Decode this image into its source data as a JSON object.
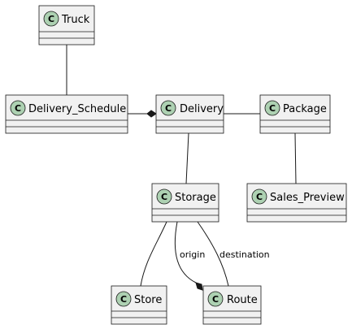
{
  "diagram": {
    "classes": {
      "truck": {
        "name": "Truck",
        "stereotype": "C"
      },
      "delivery_schedule": {
        "name": "Delivery_Schedule",
        "stereotype": "C"
      },
      "delivery": {
        "name": "Delivery",
        "stereotype": "C"
      },
      "package": {
        "name": "Package",
        "stereotype": "C"
      },
      "storage": {
        "name": "Storage",
        "stereotype": "C"
      },
      "sales_preview": {
        "name": "Sales_Preview",
        "stereotype": "C"
      },
      "store": {
        "name": "Store",
        "stereotype": "C"
      },
      "route": {
        "name": "Route",
        "stereotype": "C"
      }
    },
    "relations": [
      {
        "from": "Truck",
        "to": "Delivery_Schedule",
        "type": "association",
        "label": ""
      },
      {
        "from": "Delivery_Schedule",
        "to": "Delivery",
        "type": "composition",
        "label": ""
      },
      {
        "from": "Delivery",
        "to": "Package",
        "type": "association",
        "label": ""
      },
      {
        "from": "Delivery",
        "to": "Storage",
        "type": "association",
        "label": ""
      },
      {
        "from": "Package",
        "to": "Sales_Preview",
        "type": "association",
        "label": ""
      },
      {
        "from": "Storage",
        "to": "Store",
        "type": "association",
        "label": ""
      },
      {
        "from": "Storage",
        "to": "Route",
        "type": "composition",
        "label": "origin"
      },
      {
        "from": "Storage",
        "to": "Route",
        "type": "association",
        "label": "destination"
      }
    ]
  }
}
